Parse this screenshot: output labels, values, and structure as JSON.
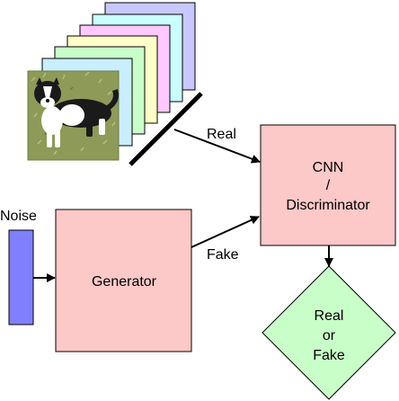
{
  "nodes": {
    "noise": {
      "label": "Noise"
    },
    "generator": {
      "label": "Generator"
    },
    "discriminator": {
      "label_lines": [
        "CNN",
        "/",
        "Discriminator"
      ]
    },
    "output": {
      "label_lines": [
        "Real",
        "or",
        "Fake"
      ]
    }
  },
  "edges": {
    "real": {
      "label": "Real"
    },
    "fake": {
      "label": "Fake"
    }
  },
  "colors": {
    "stack_fills": [
      "#c8c8ff",
      "#c8ffff",
      "#ffc8ff",
      "#ffffc8",
      "#c8ffc8",
      "#c8eeff"
    ],
    "generator_fill": "#fcc8c8",
    "discriminator_fill": "#fcc8c8",
    "output_fill": "#c8ffc8",
    "noise_fill": "#8080ff",
    "stroke": "#000000"
  },
  "icons": {
    "photo": "dog-photo-icon"
  }
}
